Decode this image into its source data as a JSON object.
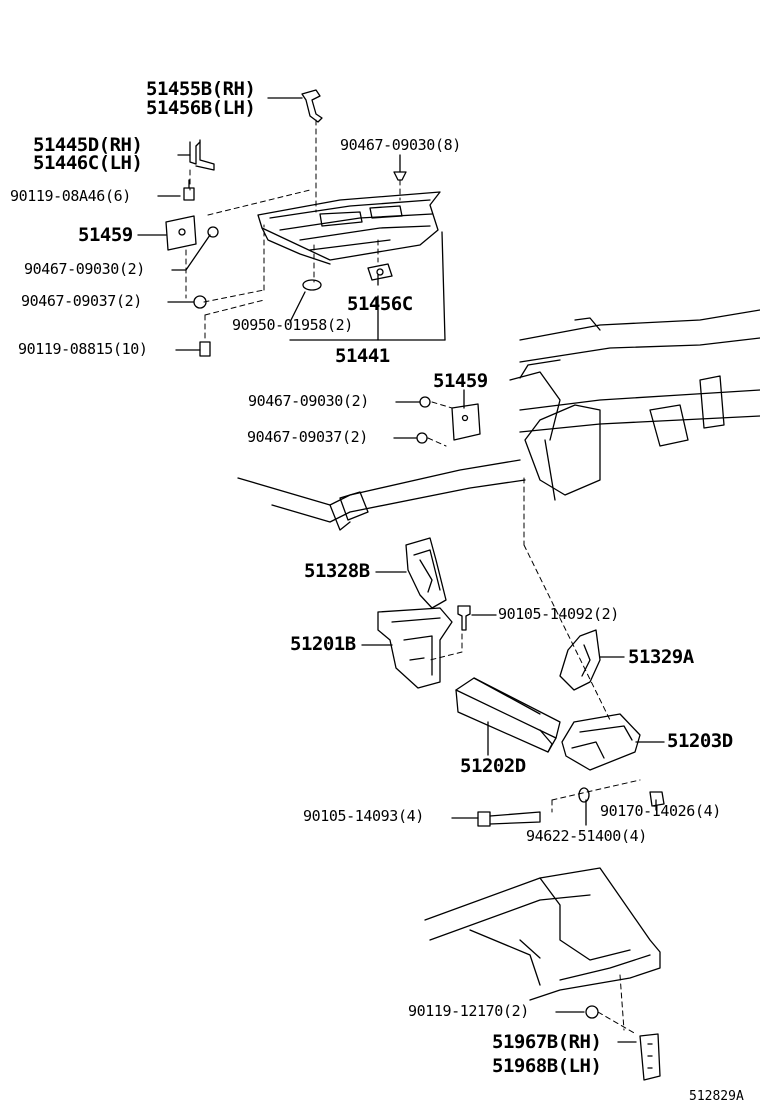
{
  "diagram_code": "512829A",
  "labels": {
    "l51455B": "51455B(RH)",
    "l51456B": "51456B(LH)",
    "l51445D": "51445D(RH)",
    "l51446C": "51446C(LH)",
    "l90467_8": "90467-09030(8)",
    "l90119_6": "90119-08A46(6)",
    "l51459a": "51459",
    "l90467_30_2a": "90467-09030(2)",
    "l90467_37_2a": "90467-09037(2)",
    "l51456C": "51456C",
    "l90950": "90950-01958(2)",
    "l90119_10": "90119-08815(10)",
    "l51441": "51441",
    "l51459b": "51459",
    "l90467_30_2b": "90467-09030(2)",
    "l90467_37_2b": "90467-09037(2)",
    "l51328B": "51328B",
    "l90105_2": "90105-14092(2)",
    "l51201B": "51201B",
    "l51329A": "51329A",
    "l51203D": "51203D",
    "l51202D": "51202D",
    "l90105_4": "90105-14093(4)",
    "l90170": "90170-14026(4)",
    "l94622": "94622-51400(4)",
    "l90119_12": "90119-12170(2)",
    "l51967B": "51967B(RH)",
    "l51968B": "51968B(LH)"
  }
}
